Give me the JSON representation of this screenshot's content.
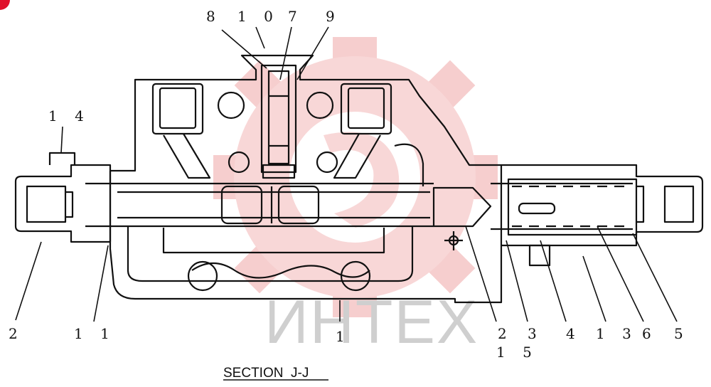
{
  "diagram": {
    "caption": "SECTION  J-J",
    "watermark": "ИНТЕХ",
    "labels": [
      {
        "id": "8",
        "text": "8"
      },
      {
        "id": "10",
        "text": "1 0"
      },
      {
        "id": "7",
        "text": "7"
      },
      {
        "id": "9",
        "text": "9"
      },
      {
        "id": "14",
        "text": "1 4"
      },
      {
        "id": "12",
        "text": "2"
      },
      {
        "id": "11",
        "text": "1 1"
      },
      {
        "id": "1",
        "text": "1"
      },
      {
        "id": "2",
        "text": "2"
      },
      {
        "id": "3",
        "text": "3"
      },
      {
        "id": "4",
        "text": "4"
      },
      {
        "id": "13",
        "text": "1 3"
      },
      {
        "id": "6",
        "text": "6"
      },
      {
        "id": "5",
        "text": "5"
      },
      {
        "id": "15",
        "text": "1 5"
      }
    ],
    "colors": {
      "line": "#111111",
      "watermark_logo": "#f6c9c9",
      "watermark_text": "#cfcfcf",
      "badge": "#e0102a"
    }
  }
}
